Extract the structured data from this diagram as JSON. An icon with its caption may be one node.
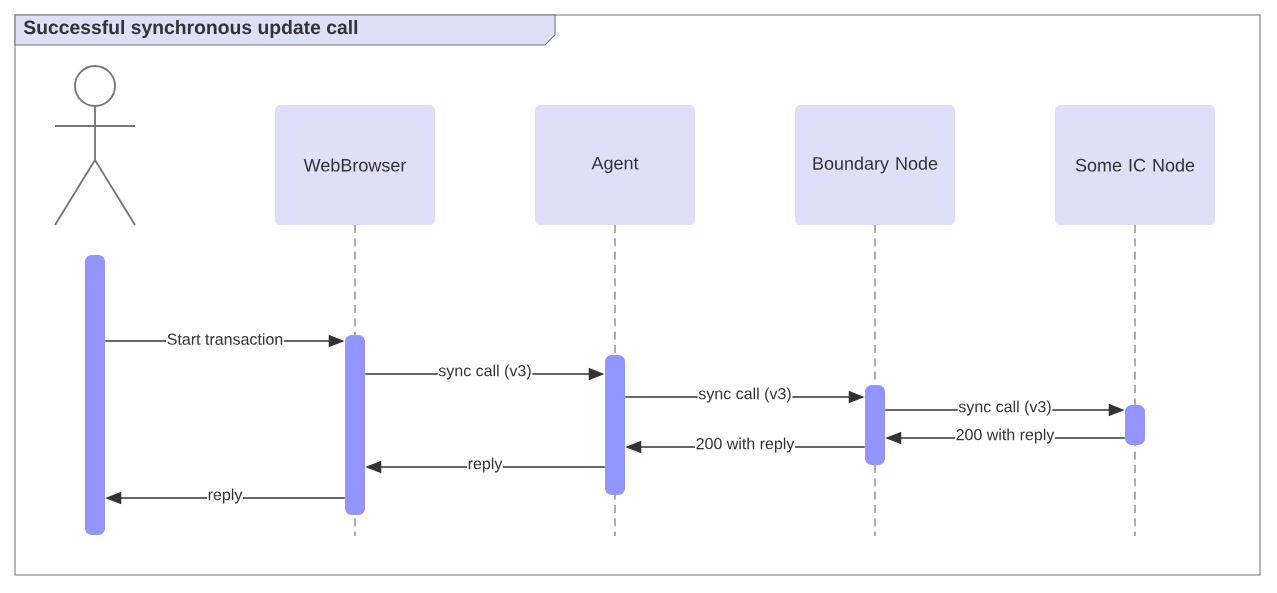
{
  "diagram": {
    "title": "Successful synchronous update call",
    "nodes": [
      {
        "text": [],
        "shape": "person"
      },
      {
        "text": [
          "WebBrowser"
        ]
      },
      {
        "text": [
          "Agent"
        ]
      },
      {
        "text": [
          "Boundary Node"
        ]
      },
      {
        "text": [
          "Some IC Node"
        ]
      },
      {
        "text": [],
        "shape": "bar"
      },
      {
        "text": [],
        "shape": "bar"
      },
      {
        "text": [],
        "shape": "bar"
      },
      {
        "text": [],
        "shape": "bar"
      },
      {
        "text": [],
        "shape": "bar"
      }
    ],
    "edges": [
      {
        "from": 5,
        "to": 6,
        "arrow": "to",
        "label": "Start transaction"
      },
      {
        "from": 6,
        "to": 7,
        "arrow": "to",
        "label": "sync call (v3)"
      },
      {
        "from": 7,
        "to": 8,
        "arrow": "to",
        "label": "sync call (v3)"
      },
      {
        "from": 8,
        "to": 9,
        "arrow": "to",
        "label": "sync call (v3)"
      },
      {
        "from": 9,
        "to": 8,
        "arrow": "to",
        "label": "200 with reply"
      },
      {
        "from": 8,
        "to": 7,
        "arrow": "to",
        "label": "200 with reply"
      },
      {
        "from": 7,
        "to": 6,
        "arrow": "to",
        "label": "reply"
      },
      {
        "from": 6,
        "to": 5,
        "arrow": "to",
        "label": "reply"
      }
    ]
  }
}
